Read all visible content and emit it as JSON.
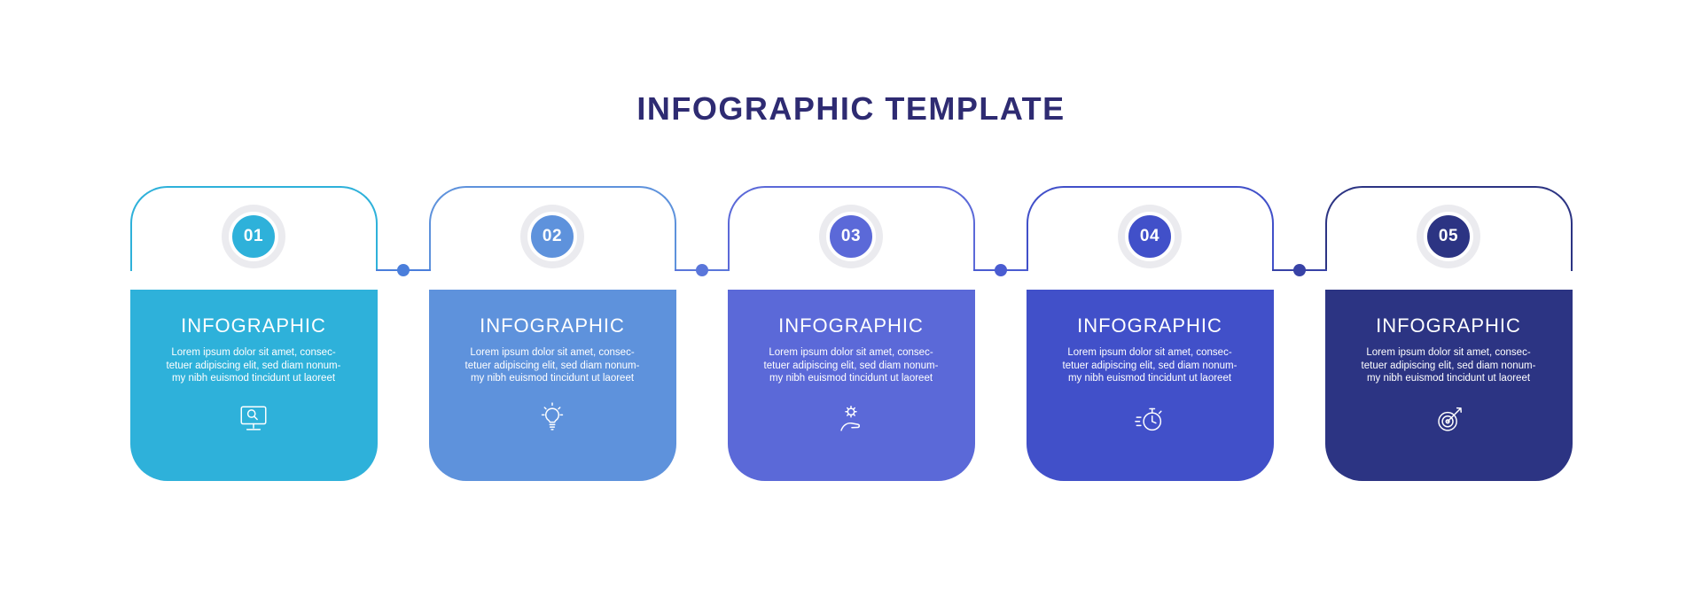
{
  "title": {
    "text": "INFOGRAPHIC TEMPLATE",
    "color": "#2e2b72"
  },
  "steps": [
    {
      "number": "01",
      "heading": "INFOGRAPHIC",
      "line1": "Lorem ipsum dolor sit amet, consec-",
      "line2": "tetuer adipiscing elit, sed diam nonum-",
      "line3": "my nibh euismod tincidunt ut laoreet",
      "color": "#2eb1da",
      "icon": "monitor-search-icon"
    },
    {
      "number": "02",
      "heading": "INFOGRAPHIC",
      "line1": "Lorem ipsum dolor sit amet, consec-",
      "line2": "tetuer adipiscing elit, sed diam nonum-",
      "line3": "my nibh euismod tincidunt ut laoreet",
      "color": "#5e92dc",
      "icon": "lightbulb-icon"
    },
    {
      "number": "03",
      "heading": "INFOGRAPHIC",
      "line1": "Lorem ipsum dolor sit amet, consec-",
      "line2": "tetuer adipiscing elit, sed diam nonum-",
      "line3": "my nibh euismod tincidunt ut laoreet",
      "color": "#5b69d8",
      "icon": "hand-gear-icon"
    },
    {
      "number": "04",
      "heading": "INFOGRAPHIC",
      "line1": "Lorem ipsum dolor sit amet, consec-",
      "line2": "tetuer adipiscing elit, sed diam nonum-",
      "line3": "my nibh euismod tincidunt ut laoreet",
      "color": "#4150c9",
      "icon": "stopwatch-icon"
    },
    {
      "number": "05",
      "heading": "INFOGRAPHIC",
      "line1": "Lorem ipsum dolor sit amet, consec-",
      "line2": "tetuer adipiscing elit, sed diam nonum-",
      "line3": "my nibh euismod tincidunt ut laoreet",
      "color": "#2c3483",
      "icon": "target-arrow-icon"
    }
  ],
  "connectors": [
    {
      "color": "#4a7edb"
    },
    {
      "color": "#5a76da"
    },
    {
      "color": "#4a5cd1"
    },
    {
      "color": "#3842a6"
    }
  ]
}
